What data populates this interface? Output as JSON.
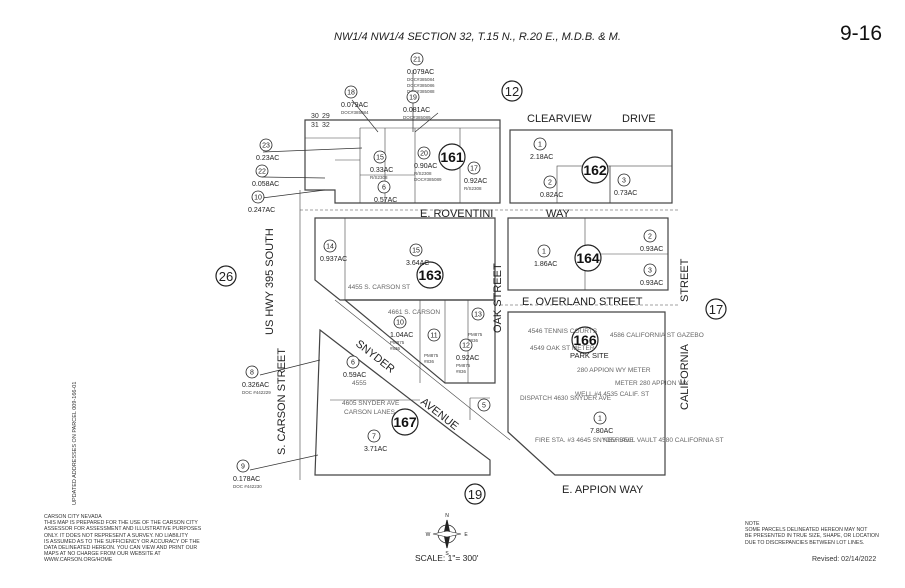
{
  "header": {
    "title": "NW1/4 NW1/4 SECTION 32, T.15 N., R.20 E., M.D.B. & M.",
    "page_number": "9-16"
  },
  "map": {
    "streets": [
      {
        "label": "CLEARVIEW"
      },
      {
        "label": "DRIVE"
      },
      {
        "label": "E. ROVENTINI"
      },
      {
        "label": "WAY"
      },
      {
        "label": "E. OVERLAND STREET"
      },
      {
        "label": "OAK STREET"
      },
      {
        "label": "CALIFORNIA"
      },
      {
        "label": "STREET"
      },
      {
        "label": "US HWY 395 SOUTH"
      },
      {
        "label": "S. CARSON STREET"
      },
      {
        "label": "SNYDER"
      },
      {
        "label": "AVENUE"
      },
      {
        "label": "E. APPION WAY"
      }
    ],
    "block_numbers": [
      "161",
      "162",
      "163",
      "164",
      "166",
      "167"
    ],
    "adjacent_pages": [
      "12",
      "26",
      "17",
      "19"
    ],
    "parcels": [
      {
        "num": "21",
        "area": "0.079AC",
        "docs": [
          "DOC#385084",
          "DOC#385086",
          "DOC#385088"
        ]
      },
      {
        "num": "18",
        "area": "0.079AC",
        "docs": [
          "DOC#385084"
        ]
      },
      {
        "num": "19",
        "area": "0.081AC",
        "docs": [
          "DOC#385089"
        ]
      },
      {
        "num": "23",
        "area": "0.23AC"
      },
      {
        "num": "22",
        "area": "0.058AC"
      },
      {
        "num": "10",
        "area": "0.247AC"
      },
      {
        "num": "15",
        "area": "0.33AC",
        "docs": [
          "R/S2308"
        ]
      },
      {
        "num": "20",
        "area": "0.90AC",
        "docs": [
          "R/S2308",
          "DOC#385089"
        ]
      },
      {
        "num": "17",
        "area": "0.92AC",
        "docs": [
          "R/S2308"
        ]
      },
      {
        "num": "6",
        "area": "0.57AC"
      },
      {
        "num": "1",
        "area": "2.18AC"
      },
      {
        "num": "2",
        "area": "0.82AC"
      },
      {
        "num": "3",
        "area": "0.73AC"
      },
      {
        "num": "14",
        "area": "0.937AC"
      },
      {
        "num": "15",
        "area": "3.64AC",
        "address": "4455 S. CARSON ST"
      },
      {
        "num": "1",
        "area": "1.86AC"
      },
      {
        "num": "2",
        "area": "0.93AC"
      },
      {
        "num": "3",
        "area": "0.93AC"
      },
      {
        "num": "10",
        "area": "1.04AC",
        "docs": [
          "PM875",
          "#836"
        ]
      },
      {
        "num": "11",
        "area": "",
        "docs": [
          "PM875",
          "#836"
        ]
      },
      {
        "num": "12",
        "area": "0.92AC",
        "docs": [
          "PM875",
          "#836"
        ]
      },
      {
        "num": "13",
        "area": "",
        "docs": [
          "PM875",
          "#836"
        ]
      },
      {
        "num": "6",
        "area": "0.59AC"
      },
      {
        "num": "8",
        "area": "0.326AC",
        "docs": [
          "DOC #442229"
        ]
      },
      {
        "num": "7",
        "area": "3.71AC"
      },
      {
        "num": "5",
        "area": ""
      },
      {
        "num": "9",
        "area": "0.178AC",
        "docs": [
          "DOC #442230"
        ]
      },
      {
        "num": "1",
        "area": "7.80AC"
      }
    ],
    "park": {
      "label": "PARK SITE",
      "notes": [
        "4546 TENNIS COURTS",
        "4549 OAK ST METER",
        "4586 CALIFORNIA ST GAZEBO",
        "280 APPION WY METER",
        "METER 280 APPION WY",
        "DISPATCH 4630 SNYDER AVE",
        "WELL #4 4535 CALIF. ST",
        "FIRE STA. #3 4645 SNYDER AVE",
        "NEV. BELL VAULT 4580 CALIFORNIA ST"
      ]
    },
    "addresses": [
      "4605 SNYDER AVE",
      "CARSON LANES",
      "4555",
      "4661 S. CARSON"
    ],
    "corner_ties": [
      "30",
      "29",
      "31",
      "32"
    ]
  },
  "footer": {
    "left_note": "CARSON CITY NEVADA\nTHIS MAP IS PREPARED FOR THE USE OF THE CARSON CITY\nASSESSOR FOR ASSESSMENT AND ILLUSTRATIVE PURPOSES\nONLY. IT DOES NOT REPRESENT A SURVEY. NO LIABILITY\nIS ASSUMED AS TO THE SUFFICIENCY OR ACCURACY OF THE\nDATA DELINEATED HEREON. YOU CAN VIEW AND PRINT OUR\nMAPS AT NO CHARGE FROM OUR WEBSITE AT\nWWW.CARSON.ORG/HOME",
    "right_note": "NOTE\nSOME PARCELS DELINEATED HEREON MAY NOT\nBE PRESENTED IN TRUE SIZE, SHAPE, OR LOCATION\nDUE TO DISCREPANCIES BETWEEN LOT LINES.",
    "scale": "SCALE: 1\"= 300'",
    "revised": "Revised: 02/14/2022",
    "side_note": "UPDATED ADDRESSES ON PARCEL 009-166-01"
  }
}
